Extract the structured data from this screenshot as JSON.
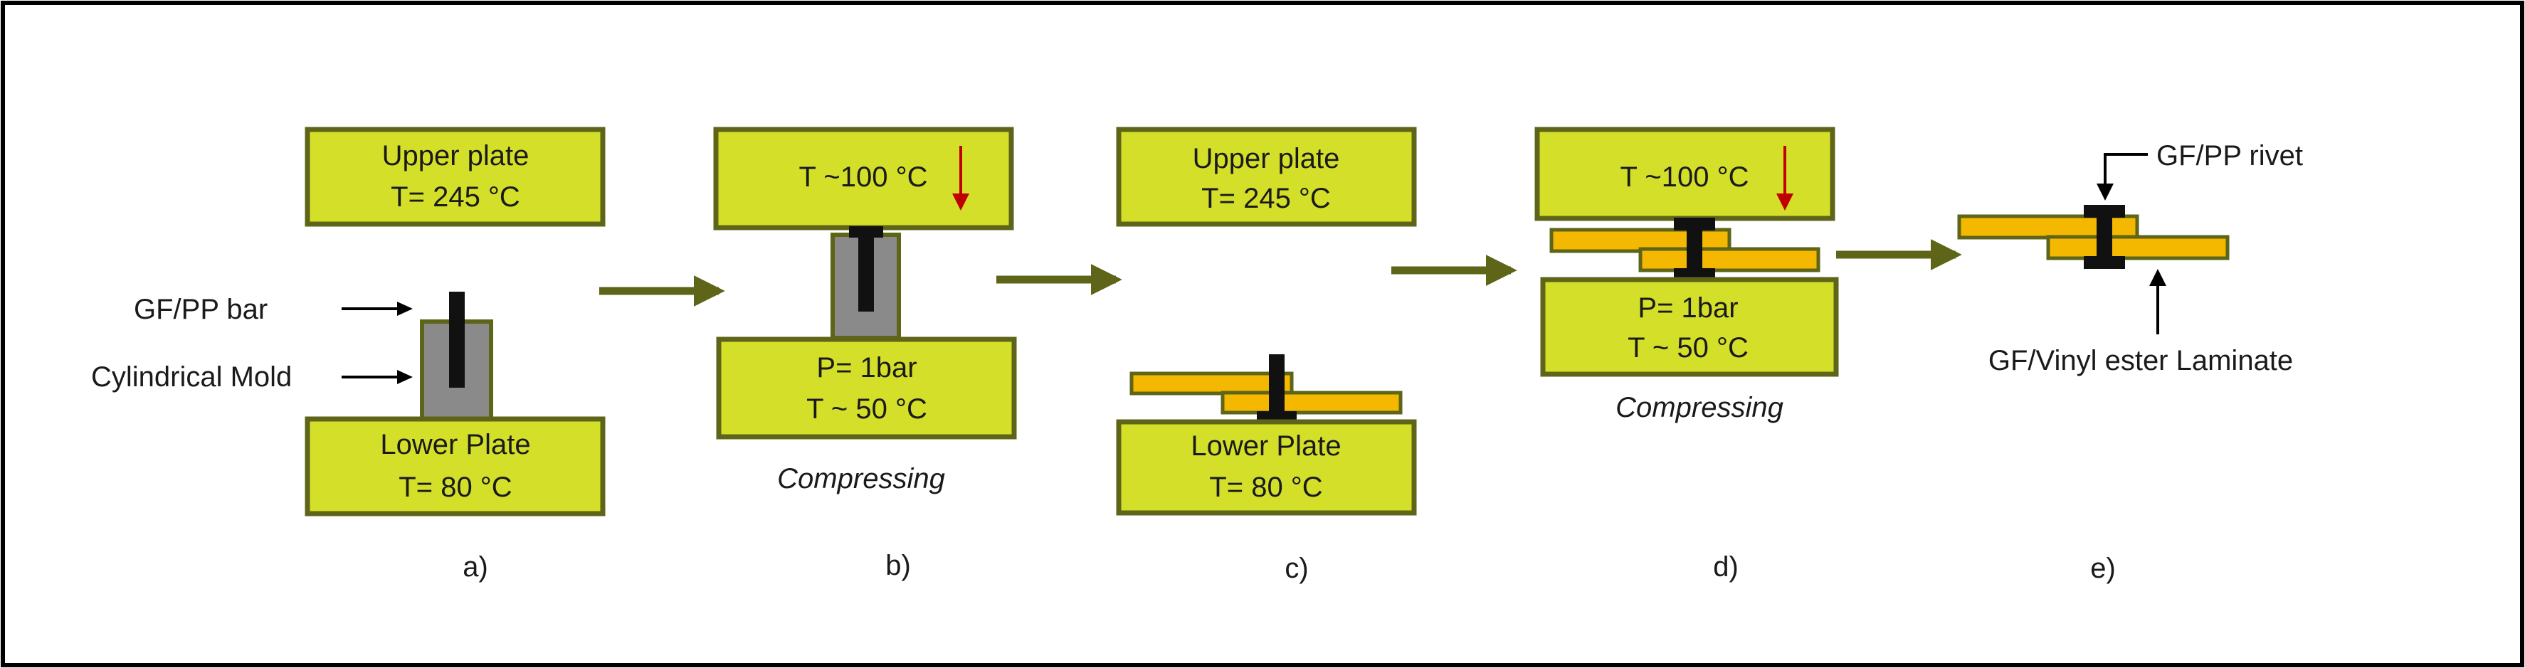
{
  "colors": {
    "plate_fill": "#d4df2a",
    "plate_stroke": "#5e6418",
    "mold_fill": "#8a8a8a",
    "laminate_fill": "#f5b800",
    "rivet_fill": "#111111",
    "arrow_green": "#5e6418",
    "arrow_red": "#c00000",
    "border": "#000000"
  },
  "labels": {
    "upper_plate": "Upper plate",
    "t_245": "T= 245 °C",
    "lower_plate": "Lower Plate",
    "t_80": "T= 80 °C",
    "t_100": "T ~100 °C",
    "p_1bar": "P= 1bar",
    "t_50_b": "T ~ 50 °C",
    "t_50_d": "T ~ 50 °C",
    "gfpp_bar": "GF/PP bar",
    "cyl_mold": "Cylindrical Mold",
    "compressing": "Compressing",
    "gfpp_rivet": "GF/PP rivet",
    "gf_laminate": "GF/Vinyl ester Laminate"
  },
  "panels": [
    "a)",
    "b)",
    "c)",
    "d)",
    "e)"
  ]
}
